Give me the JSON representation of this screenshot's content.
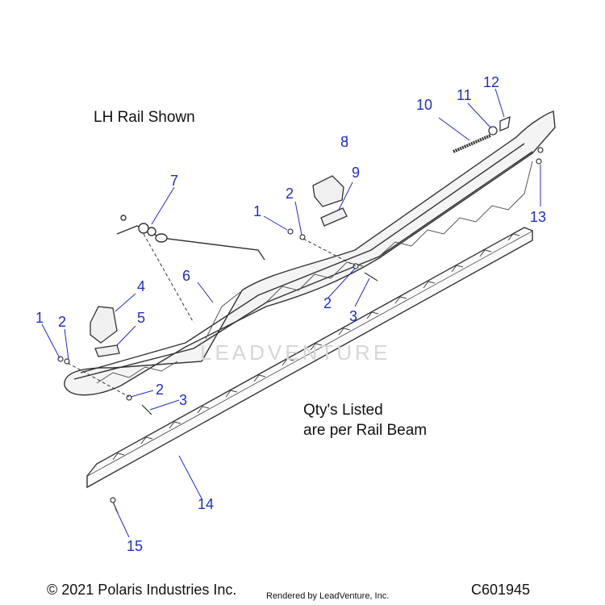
{
  "notes": {
    "rail_side": "LH Rail Shown",
    "qty_line1": "Qty's Listed",
    "qty_line2": "are per Rail Beam"
  },
  "callouts": [
    "1",
    "2",
    "3",
    "4",
    "5",
    "6",
    "7",
    "8",
    "9",
    "10",
    "11",
    "12",
    "13",
    "14",
    "15"
  ],
  "footer": {
    "copyright": "© 2021 Polaris Industries Inc.",
    "rendered_by": "Rendered by LeadVenture, Inc.",
    "diagram_code": "C601945"
  },
  "watermark": "LEADVENTURE",
  "colors": {
    "callout_text": "#1f2fc4",
    "line_art": "#333333",
    "watermark": "#d6d6d6"
  }
}
